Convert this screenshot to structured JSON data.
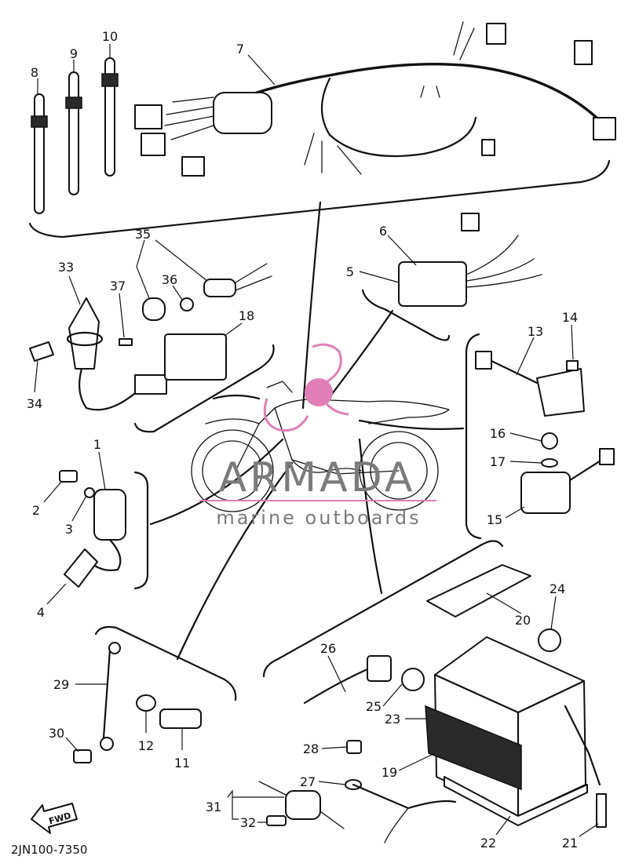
{
  "diagram_code": "2JN100-7350",
  "watermark": {
    "brand": "ARMADA",
    "tagline": "marine outboards",
    "accent_color": "#e07fb5",
    "text_color": "#7b7b7b"
  },
  "fwd_label": "FWD",
  "callouts": {
    "c1": "1",
    "c2": "2",
    "c3": "3",
    "c4": "4",
    "c5": "5",
    "c6": "6",
    "c7": "7",
    "c8": "8",
    "c9": "9",
    "c10": "10",
    "c11": "11",
    "c12": "12",
    "c13": "13",
    "c14": "14",
    "c15": "15",
    "c16": "16",
    "c17": "17",
    "c18": "18",
    "c19": "19",
    "c20": "20",
    "c21": "21",
    "c22": "22",
    "c23": "23",
    "c24": "24",
    "c25": "25",
    "c26": "26",
    "c27": "27",
    "c28": "28",
    "c29": "29",
    "c30": "30",
    "c31": "31",
    "c32": "32",
    "c33": "33",
    "c34": "34",
    "c35": "35",
    "c36": "36",
    "c37": "37"
  }
}
